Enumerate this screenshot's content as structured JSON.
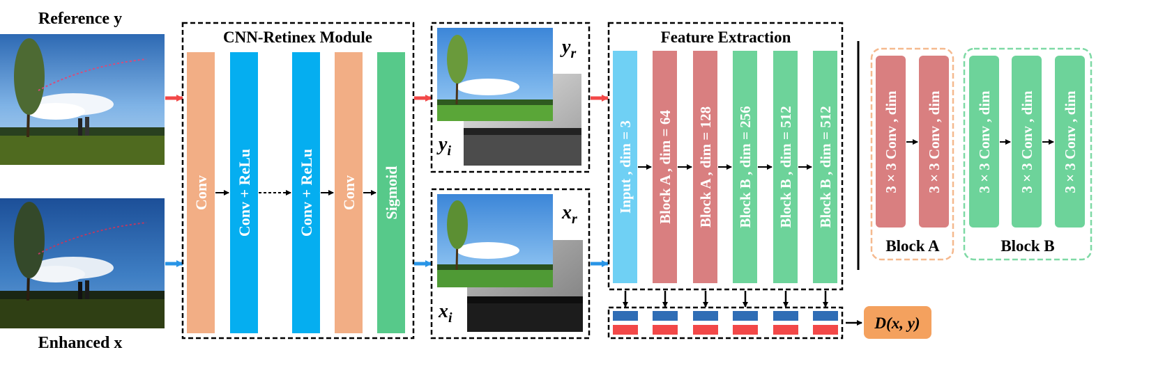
{
  "inputs": {
    "reference_label": "Reference y",
    "enhanced_label": "Enhanced x"
  },
  "cnn_module": {
    "title": "CNN-Retinex Module",
    "layers": [
      "Conv",
      "Conv + ReLu",
      "Conv + ReLu",
      "Conv",
      "Sigmoid"
    ],
    "colors": {
      "conv": "#f2ae85",
      "conv_relu": "#05aef0",
      "sigmoid": "#57c98a"
    }
  },
  "decomposition": {
    "y_reflect": "y",
    "y_reflect_sub": "r",
    "y_illum": "y",
    "y_illum_sub": "i",
    "x_reflect": "x",
    "x_reflect_sub": "r",
    "x_illum": "x",
    "x_illum_sub": "i"
  },
  "feature_extraction": {
    "title": "Feature Extraction",
    "layers": [
      "Input , dim = 3",
      "Block A , dim = 64",
      "Block A , dim = 128",
      "Block B , dim = 256",
      "Block B , dim = 512",
      "Block B , dim = 512"
    ],
    "colors": {
      "input": "#6fd0f4",
      "block_a": "#d97f80",
      "block_b": "#6dd39a"
    }
  },
  "blocks": {
    "block_a_label": "Block A",
    "block_b_label": "Block B",
    "conv_label": "3 × 3 Conv , dim"
  },
  "output": {
    "distance_label": "D(x, y)",
    "color": "#f4a15e"
  },
  "arrow_colors": {
    "reference": "#f24848",
    "enhanced": "#2894e6"
  },
  "feature_bar_colors": {
    "top": "#2f6db5",
    "bottom": "#f24848"
  }
}
